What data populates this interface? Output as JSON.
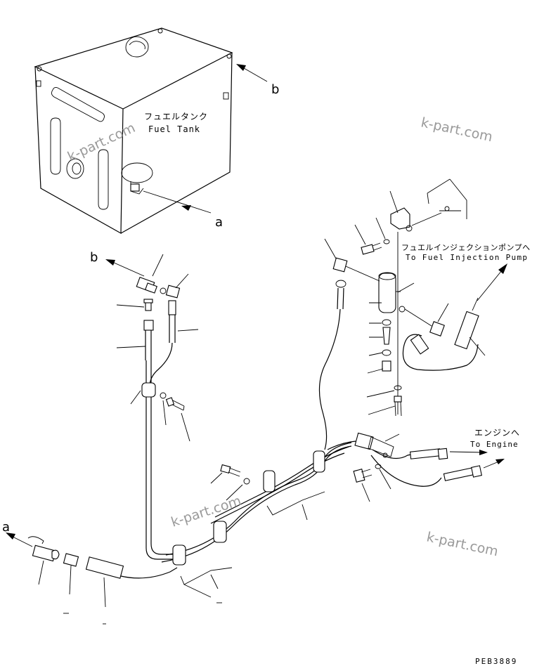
{
  "labels": {
    "fuel_tank_jp": "フュエルタンク",
    "fuel_tank_en": "Fuel Tank",
    "pump_jp": "フュエルインジェクションポンプへ",
    "pump_en": "To Fuel Injection Pump",
    "engine_jp": "エンジンへ",
    "engine_en": "To Engine",
    "ref_a": "a",
    "ref_b": "b",
    "ref_a_left": "a",
    "ref_b_left": "b"
  },
  "watermarks": [
    "k-part.com",
    "k-part.com",
    "k-part.com",
    "k-part.com"
  ],
  "drawing_code": "PEB3889"
}
